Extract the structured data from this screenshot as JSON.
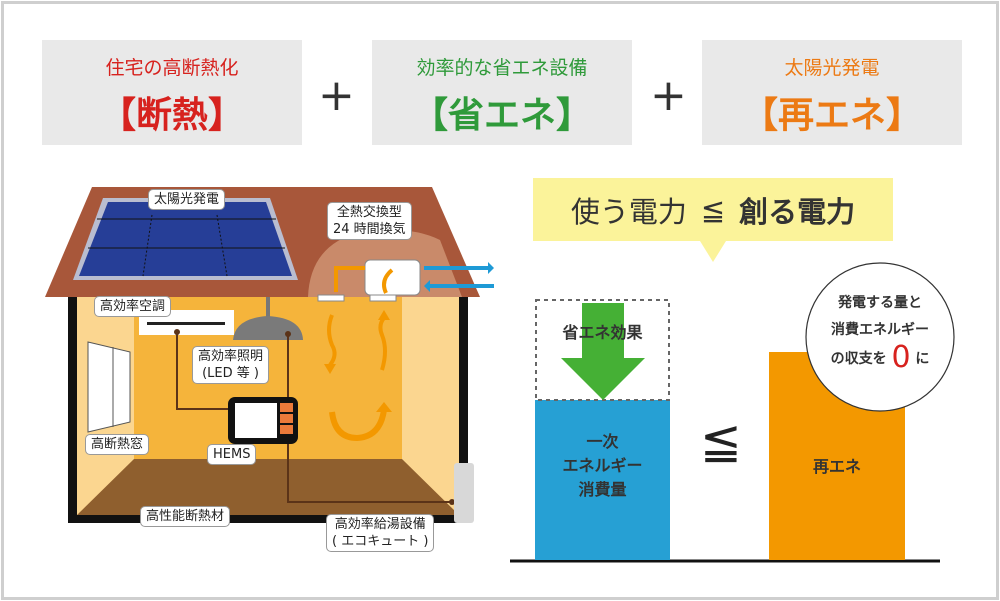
{
  "top_boxes": [
    {
      "sub": "住宅の高断熱化",
      "main": "【断熱】",
      "color": "#d7221e"
    },
    {
      "sub": "効率的な省エネ設備",
      "main": "【省エネ】",
      "color": "#2f9a3a"
    },
    {
      "sub": "太陽光発電",
      "main": "【再エネ】",
      "color": "#ec7a14"
    }
  ],
  "plus": "+",
  "house": {
    "solar": "太陽光発電",
    "vent_1": "全熱交換型",
    "vent_2": "24 時間換気",
    "aircon": "高効率空調",
    "light_1": "高効率照明",
    "light_2": "(LED 等 )",
    "window": "高断熱窓",
    "hems": "HEMS",
    "insulation": "高性能断熱材",
    "water_1": "高効率給湯設備",
    "water_2": "( エコキュート )"
  },
  "bubble": {
    "left": "使う電力",
    "sign": "≦",
    "right": "創る電力"
  },
  "chart": {
    "saving": "省エネ効果",
    "primary_1": "一次",
    "primary_2": "エネルギー",
    "primary_3": "消費量",
    "sign": "≦",
    "renew": "再エネ",
    "circle_1": "発電する量と",
    "circle_2": "消費エネルギー",
    "circle_3a": "の収支を",
    "circle_zero": "0",
    "circle_3b": "に"
  }
}
